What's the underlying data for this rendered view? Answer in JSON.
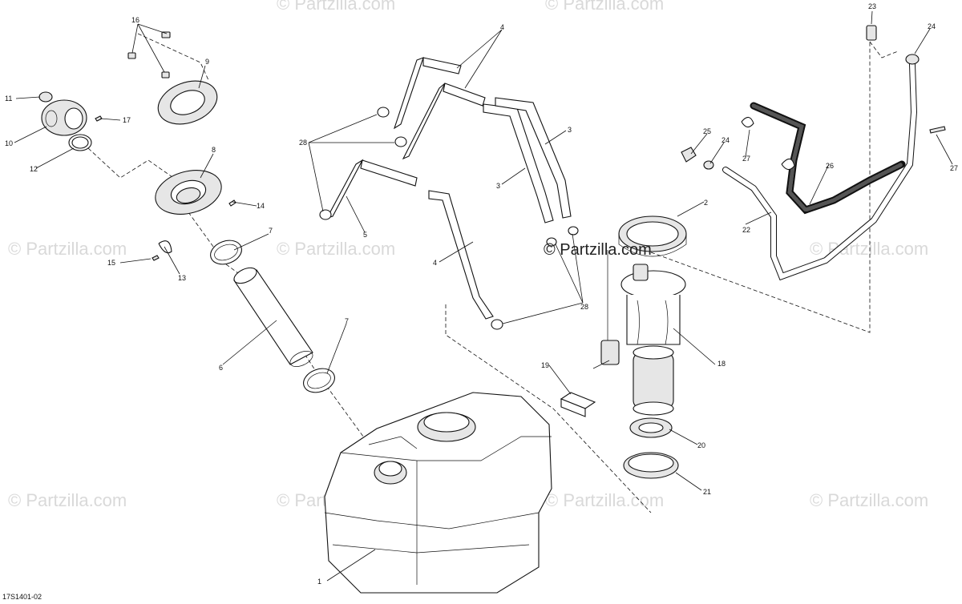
{
  "diagram": {
    "reference_code": "17S1401-02",
    "watermark_main": "© Partzilla.com",
    "watermark_faint": "© Partzilla.com",
    "callouts": {
      "c1": "1",
      "c2": "2",
      "c3a": "3",
      "c3b": "3",
      "c4a": "4",
      "c4b": "4",
      "c5": "5",
      "c6": "6",
      "c7a": "7",
      "c7b": "7",
      "c8": "8",
      "c9": "9",
      "c10": "10",
      "c11": "11",
      "c12": "12",
      "c13": "13",
      "c14": "14",
      "c15": "15",
      "c16": "16",
      "c17": "17",
      "c18": "18",
      "c19": "19",
      "c20": "20",
      "c21": "21",
      "c22": "22",
      "c23": "23",
      "c24a": "24",
      "c24b": "24",
      "c25": "25",
      "c26": "26",
      "c27a": "27",
      "c27b": "27",
      "c28a": "28",
      "c28b": "28"
    }
  }
}
